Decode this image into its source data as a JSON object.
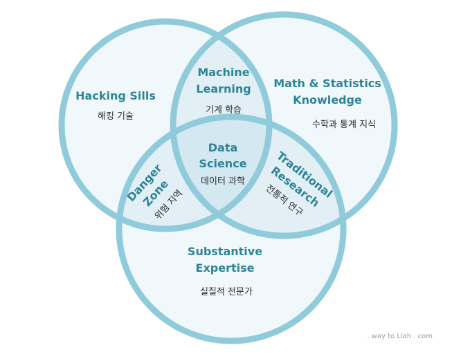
{
  "colors": {
    "ring": "#8fcbdb",
    "fill": "#f1f8fb",
    "overlap": "#e2eff5",
    "center": "#d3e8f0",
    "label": "#2e8497",
    "korean": "#2b2b2b",
    "watermark": "#9a9a9a"
  },
  "sets": {
    "hacking": {
      "title": "Hacking Sills",
      "korean": "해킹 기술"
    },
    "math": {
      "title_line1": "Math & Statistics",
      "title_line2": "Knowledge",
      "korean": "수학과 통계 지식"
    },
    "substantive": {
      "title_line1": "Substantive",
      "title_line2": "Expertise",
      "korean": "실질적 전문가"
    }
  },
  "overlaps": {
    "machine_learning": {
      "line1": "Machine",
      "line2": "Learning",
      "korean": "기계 학습"
    },
    "danger_zone": {
      "line1": "Danger",
      "line2": "Zone",
      "korean": "위험 지역"
    },
    "traditional_research": {
      "line1": "Traditional",
      "line2": "Research",
      "korean": "전통적 연구"
    },
    "data_science": {
      "line1": "Data",
      "line2": "Science",
      "korean": "데이터 과학"
    }
  },
  "watermark": ". way to Llah . com"
}
